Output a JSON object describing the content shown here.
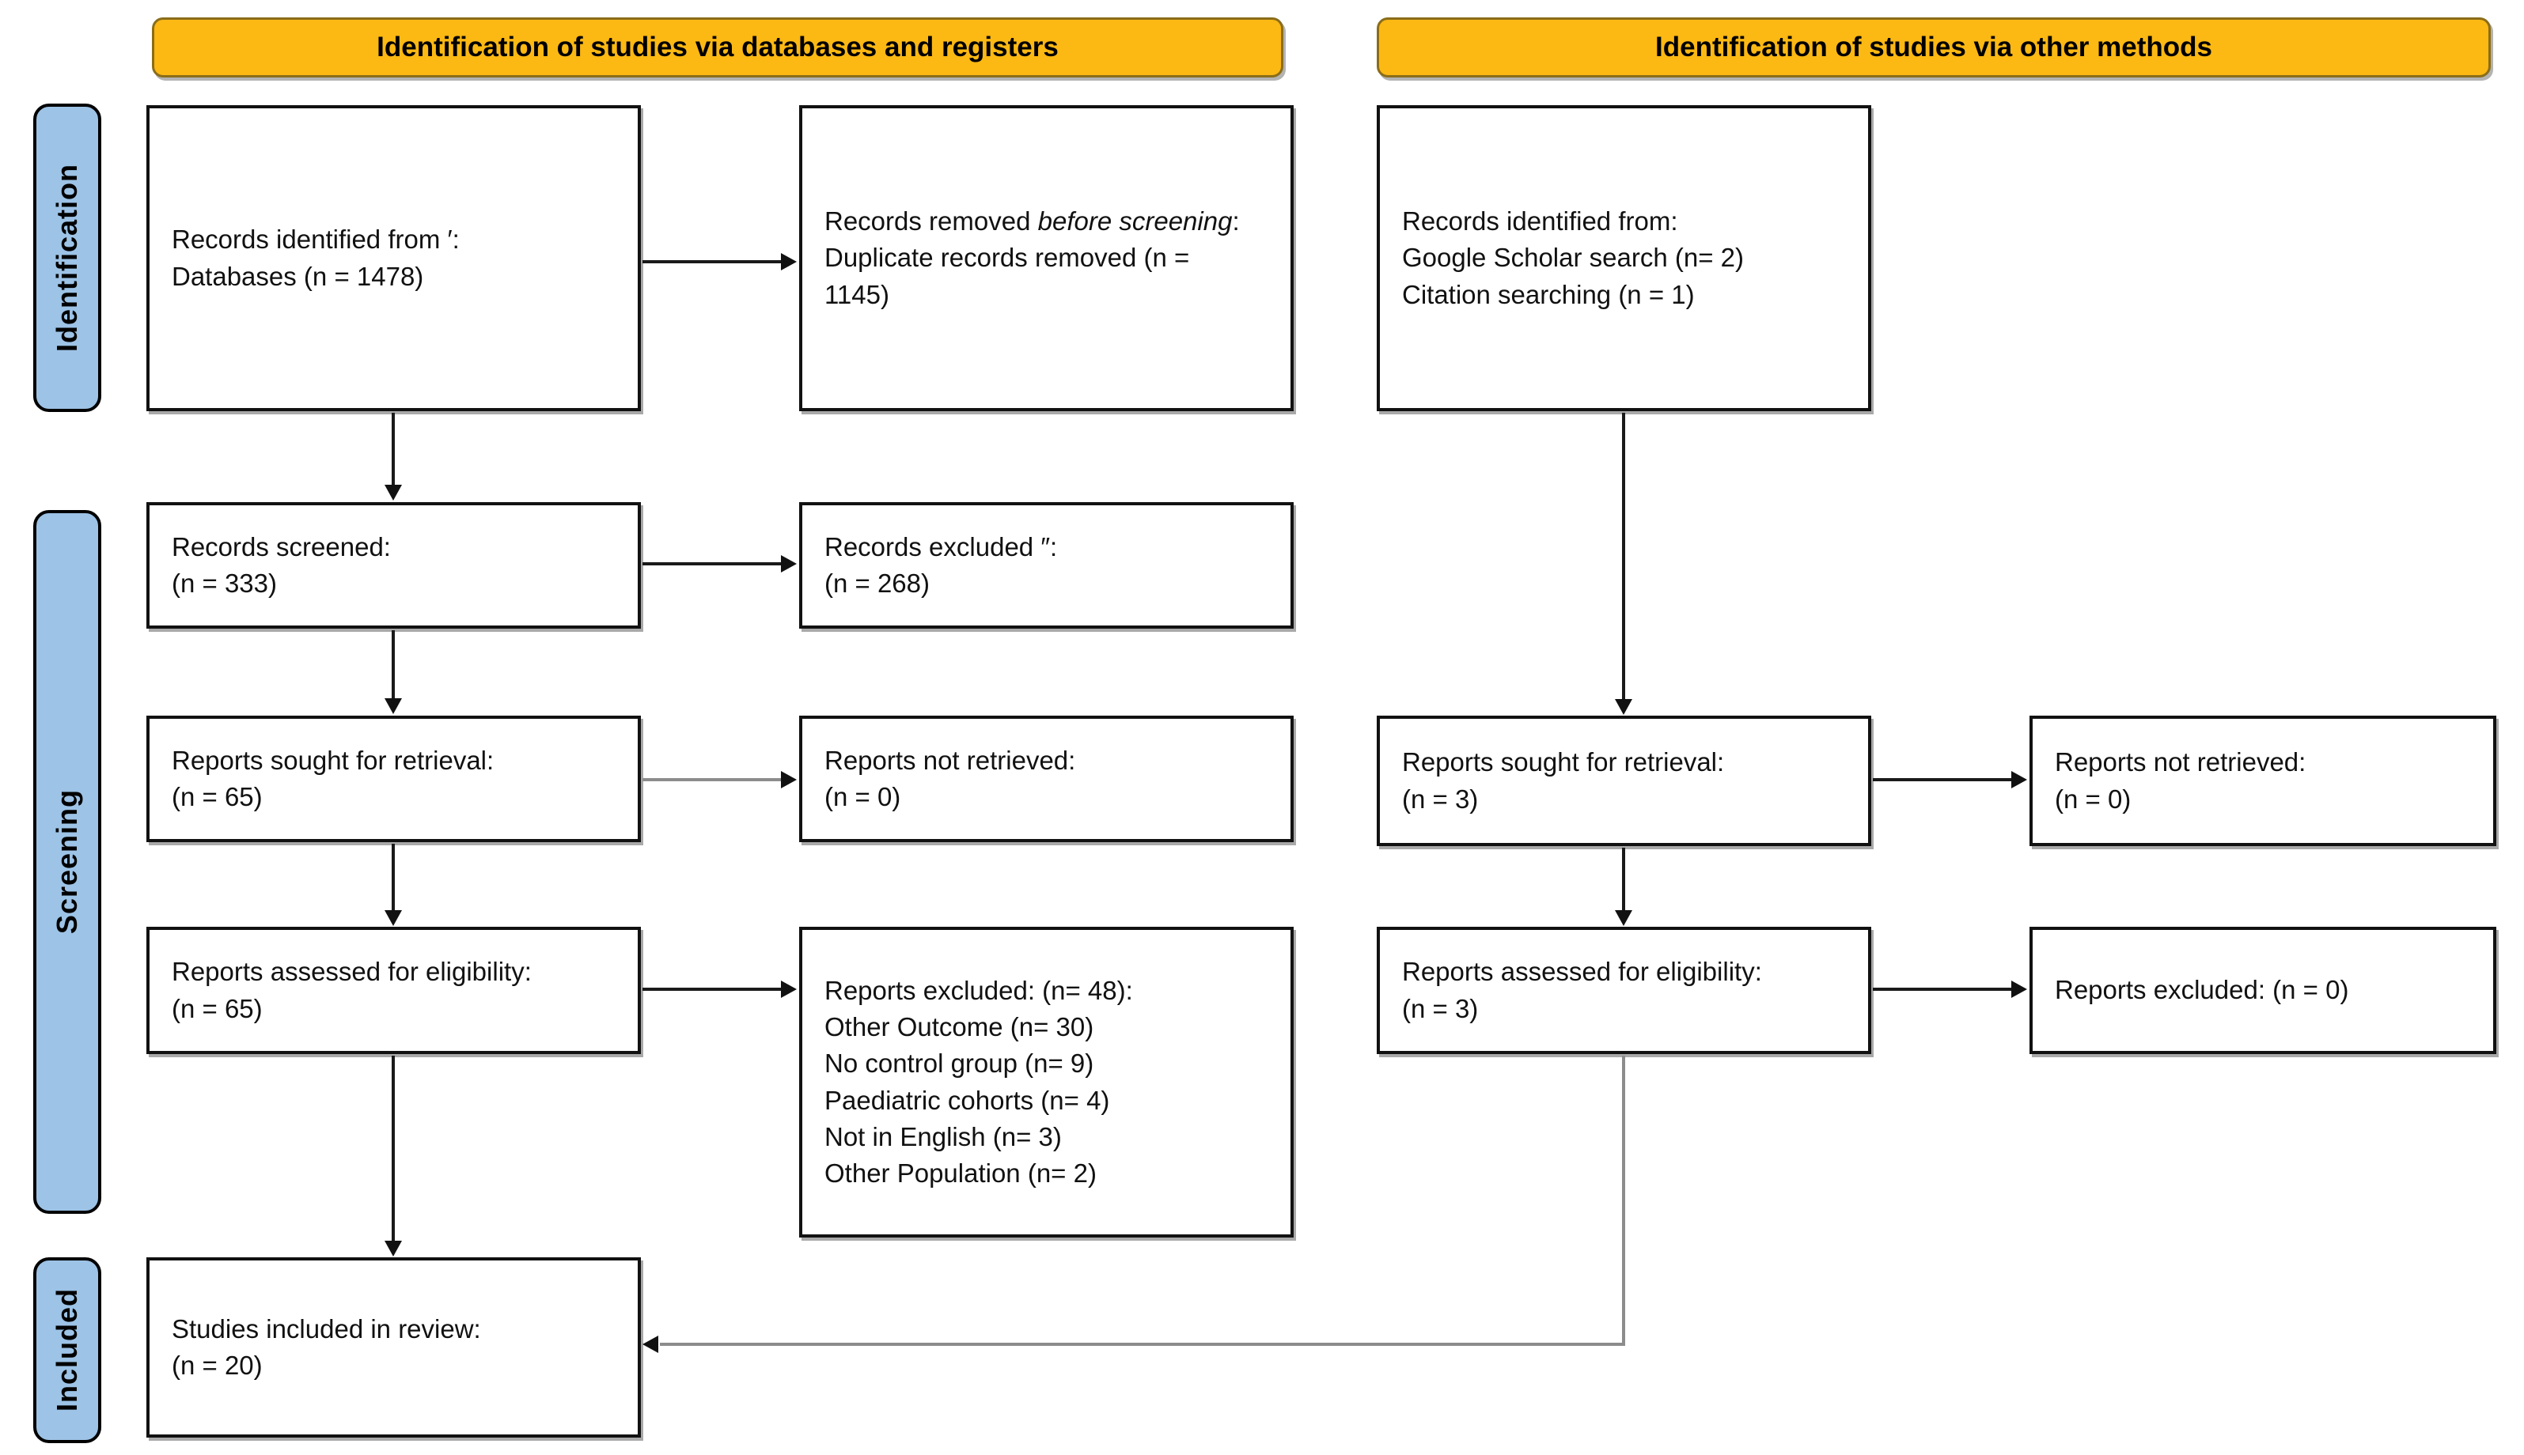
{
  "banners": {
    "databases": "Identification of studies via databases and registers",
    "other": "Identification of studies via other methods"
  },
  "stages": {
    "identification": "Identification",
    "screening": "Screening",
    "included": "Included"
  },
  "left_column": {
    "identified": {
      "line1": "Records identified from ′:",
      "line2": "Databases (n = 1478)"
    },
    "screened": {
      "line1": "Records screened:",
      "line2": "(n = 333)"
    },
    "sought": {
      "line1": "Reports sought for retrieval:",
      "line2": "(n = 65)"
    },
    "assessed": {
      "line1": "Reports assessed for eligibility:",
      "line2": "(n = 65)"
    },
    "included": {
      "line1": "Studies included in review:",
      "line2": "(n = 20)"
    }
  },
  "exclusion_column": {
    "removed": {
      "prefix": "Records removed ",
      "italic": "before screening",
      "suffix": ":",
      "line2": "Duplicate records removed (n = 1145)"
    },
    "excluded": {
      "line1": "Records excluded ″:",
      "line2": "(n = 268)"
    },
    "not_retrieved": {
      "line1": "Reports not retrieved:",
      "line2": "(n = 0)"
    },
    "excluded_reasons": {
      "title": "Reports excluded: (n= 48):",
      "reasons": [
        "Other Outcome (n= 30)",
        "No control group (n= 9)",
        "Paediatric cohorts (n= 4)",
        "Not in English (n= 3)",
        "Other Population (n= 2)"
      ]
    }
  },
  "other_column": {
    "identified": {
      "line1": "Records identified from:",
      "line2": "Google Scholar search (n= 2)",
      "line3": "Citation searching (n = 1)"
    },
    "sought": {
      "line1": "Reports sought for retrieval:",
      "line2": "(n = 3)"
    },
    "assessed": {
      "line1": "Reports assessed for eligibility:",
      "line2": "(n = 3)"
    }
  },
  "other_exclusion_column": {
    "not_retrieved": {
      "line1": "Reports not retrieved:",
      "line2": "(n = 0)"
    },
    "excluded": {
      "line1": "Reports excluded: (n = 0)"
    }
  },
  "colors": {
    "banner_fill": "#FCB813",
    "banner_border": "#8a6d1a",
    "stage_fill": "#9DC3E6",
    "box_border": "#111111",
    "arrow": "#1a1a1a",
    "arrow_gray": "#8c8c8c"
  }
}
